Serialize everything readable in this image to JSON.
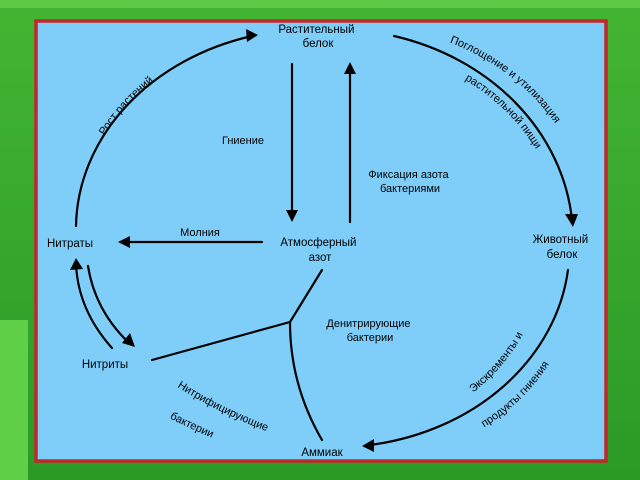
{
  "nodes": {
    "plant_protein": [
      "Растительный",
      "белок"
    ],
    "animal_protein": [
      "Животный",
      "белок"
    ],
    "atmospheric_nitrogen": [
      "Атмосферный",
      "азот"
    ],
    "nitrates": "Нитраты",
    "nitrites": "Нитриты",
    "ammonia": "Аммиак"
  },
  "captions": {
    "plant_growth": "Рост растений",
    "consumption_1": "Поглощение и утилизация",
    "consumption_2": "растительной пищи",
    "decay": "Гниение",
    "fixation": [
      "Фиксация азота",
      "бактериями"
    ],
    "lightning": "Молния",
    "denitrifying": [
      "Денитрирующие",
      "бактерии"
    ],
    "excrement_1": "Экскременты и",
    "excrement_2": "продукты гниения",
    "nitrifying_1": "Нитрифицирующие",
    "nitrifying_2": "бактерии"
  },
  "colors": {
    "background": "#2fa12a",
    "background_light": "#55c73f",
    "frame_border": "#c0282a",
    "panel": "#7fcefa",
    "ink": "#000000"
  }
}
